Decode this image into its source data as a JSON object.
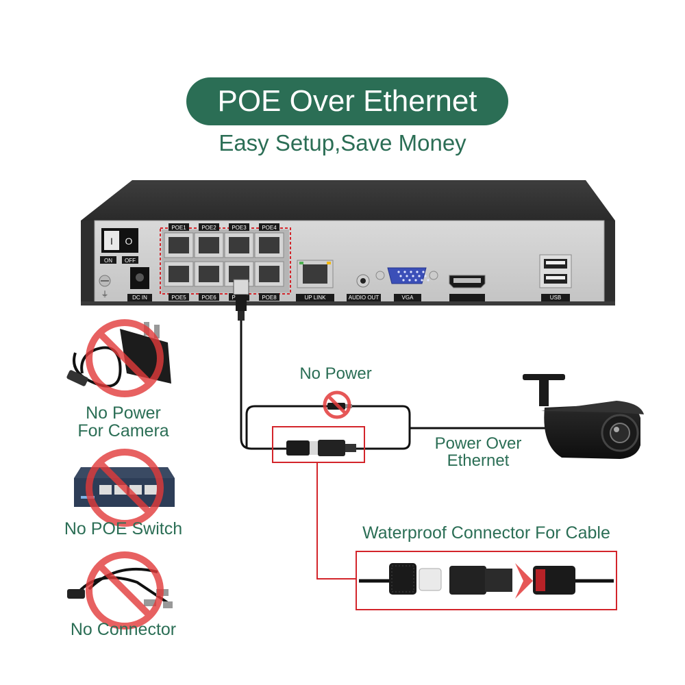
{
  "header": {
    "title": "POE Over Ethernet",
    "subtitle": "Easy Setup,Save Money"
  },
  "nvr": {
    "switch_on": "ON",
    "switch_off": "OFF",
    "dc_in": "DC IN",
    "poe_ports": [
      "POE1",
      "POE2",
      "POE3",
      "POE4",
      "POE5",
      "POE6",
      "POE7",
      "POE8"
    ],
    "uplink": "UP LINK",
    "audio_out": "AUDIO OUT",
    "vga": "VGA",
    "usb": "USB"
  },
  "annotations": {
    "no_power": "No Power",
    "poe_line1": "Power Over",
    "poe_line2": "Ethernet",
    "waterproof": "Waterproof Connector For Cable"
  },
  "left_panel": {
    "item1_line1": "No Power",
    "item1_line2": "For Camera",
    "item2": "No POE Switch",
    "item3": "No Connector"
  },
  "colors": {
    "brand_green": "#2b6e55",
    "highlight_red": "#d3242a",
    "prohibit_red": "#e23a3a"
  }
}
